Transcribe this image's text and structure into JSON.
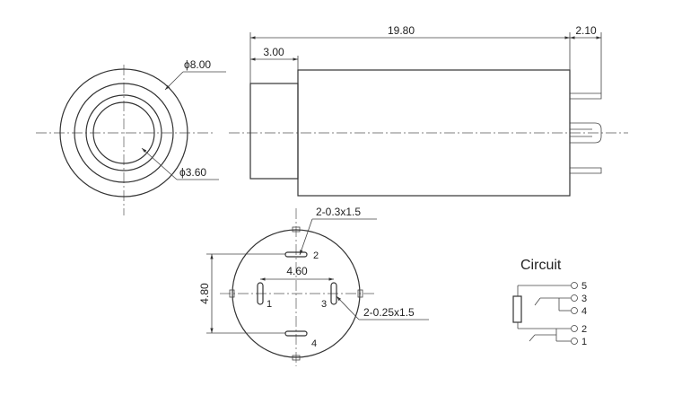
{
  "dimensions": {
    "body_length": "19.80",
    "pin_length": "2.10",
    "cap_length": "3.00",
    "outer_diameter": "8.00",
    "inner_diameter": "3.60",
    "pin_spacing": "4.60",
    "pin_height": "4.80"
  },
  "diameter_symbol": "ϕ",
  "pin_specs": {
    "top": "2-0.3x1.5",
    "side": "2-0.25x1.5"
  },
  "pins": {
    "p1": "1",
    "p2": "2",
    "p3": "3",
    "p4": "4",
    "p5": "5"
  },
  "circuit": {
    "title": "Circuit",
    "labels": [
      "5",
      "3",
      "4",
      "2",
      "1"
    ]
  }
}
